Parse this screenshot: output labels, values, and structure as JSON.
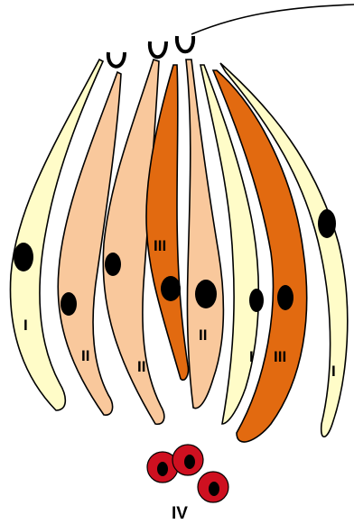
{
  "labels": {
    "type_1": "I",
    "type_2": "II",
    "type_3": "III",
    "type_4": "IV"
  },
  "colors": {
    "type_1_fill": "#FFFCC8",
    "type_2_fill": "#F9C89C",
    "type_3_fill": "#E26A10",
    "type_4_fill": "#CE1020",
    "nucleus": "#000000",
    "outline": "#000000",
    "background": "#FFFFFF"
  }
}
